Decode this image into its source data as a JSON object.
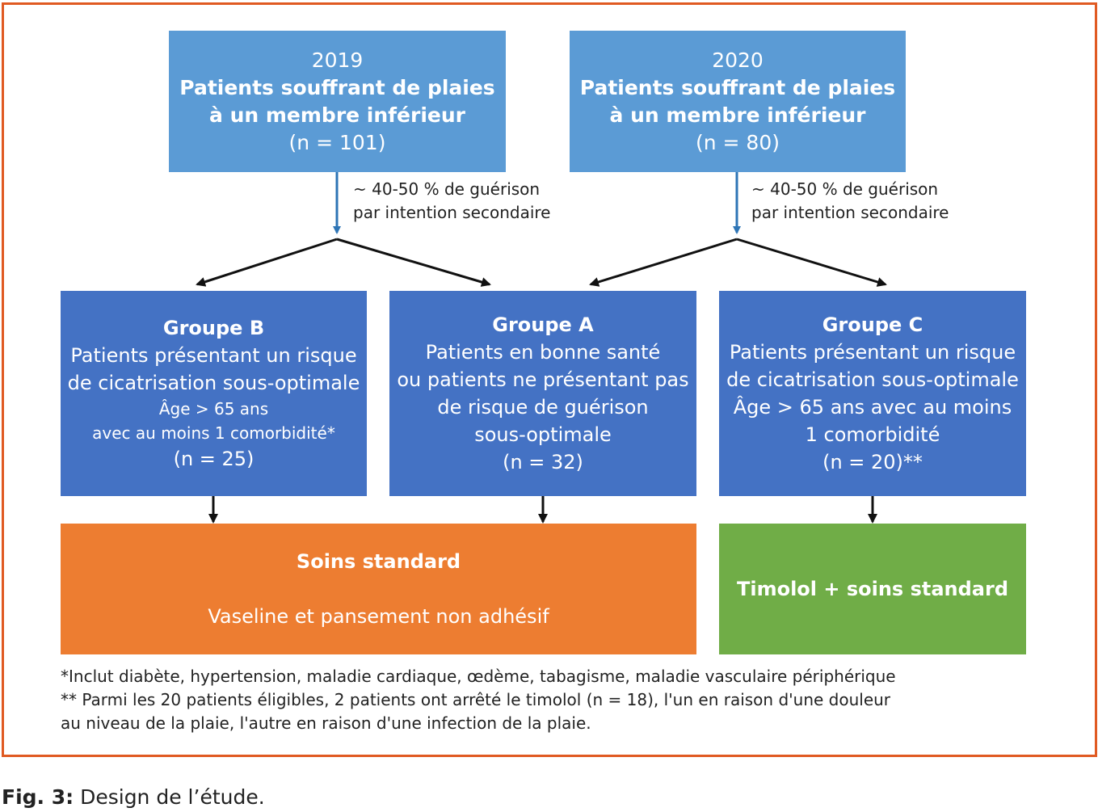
{
  "top_2019": {
    "year": "2019",
    "line1": "Patients souffrant de plaies",
    "line2": "à un membre inférieur",
    "n": "(n = 101)"
  },
  "top_2020": {
    "year": "2020",
    "line1": "Patients souffrant de plaies",
    "line2": "à un membre inférieur",
    "n": "(n = 80)"
  },
  "note_2019": {
    "line1": "~ 40-50 % de guérison",
    "line2": "par intention secondaire"
  },
  "note_2020": {
    "line1": "~ 40-50 % de guérison",
    "line2": "par intention secondaire"
  },
  "group_b": {
    "title": "Groupe B",
    "line1": "Patients présentant un risque",
    "line2": "de cicatrisation sous-optimale",
    "line3": "Âge > 65 ans",
    "line4": "avec au moins 1 comorbidité*",
    "n": "(n = 25)"
  },
  "group_a": {
    "title": "Groupe A",
    "line1": "Patients en bonne santé",
    "line2": "ou patients ne présentant pas",
    "line3": "de risque de guérison",
    "line4": "sous-optimale",
    "n": "(n = 32)"
  },
  "group_c": {
    "title": "Groupe C",
    "line1": "Patients présentant un risque",
    "line2": "de cicatrisation sous-optimale",
    "line3": "Âge > 65 ans avec au moins",
    "line4": "1 comorbidité",
    "n": "(n = 20)**"
  },
  "standard_care": {
    "title": "Soins standard",
    "detail": "Vaseline et pansement non adhésif"
  },
  "timolol": {
    "title": "Timolol + soins standard"
  },
  "footnotes": {
    "line1": "*Inclut diabète, hypertension, maladie cardiaque, œdème, tabagisme, maladie vasculaire périphérique",
    "line2": "** Parmi les 20 patients éligibles, 2 patients ont arrêté le timolol (n = 18), l'un en raison d'une douleur",
    "line3": "au niveau de la plaie, l'autre en raison d'une infection de la plaie."
  },
  "caption": {
    "label": "Fig. 3:",
    "text": " Design de l’étude."
  },
  "colors": {
    "frame": "#e05a22",
    "top_box": "#5b9bd5",
    "group_box": "#4472c4",
    "standard_care": "#ed7d31",
    "timolol": "#70ad47",
    "arrow_blue": "#2e75b6",
    "arrow_black": "#111111"
  }
}
